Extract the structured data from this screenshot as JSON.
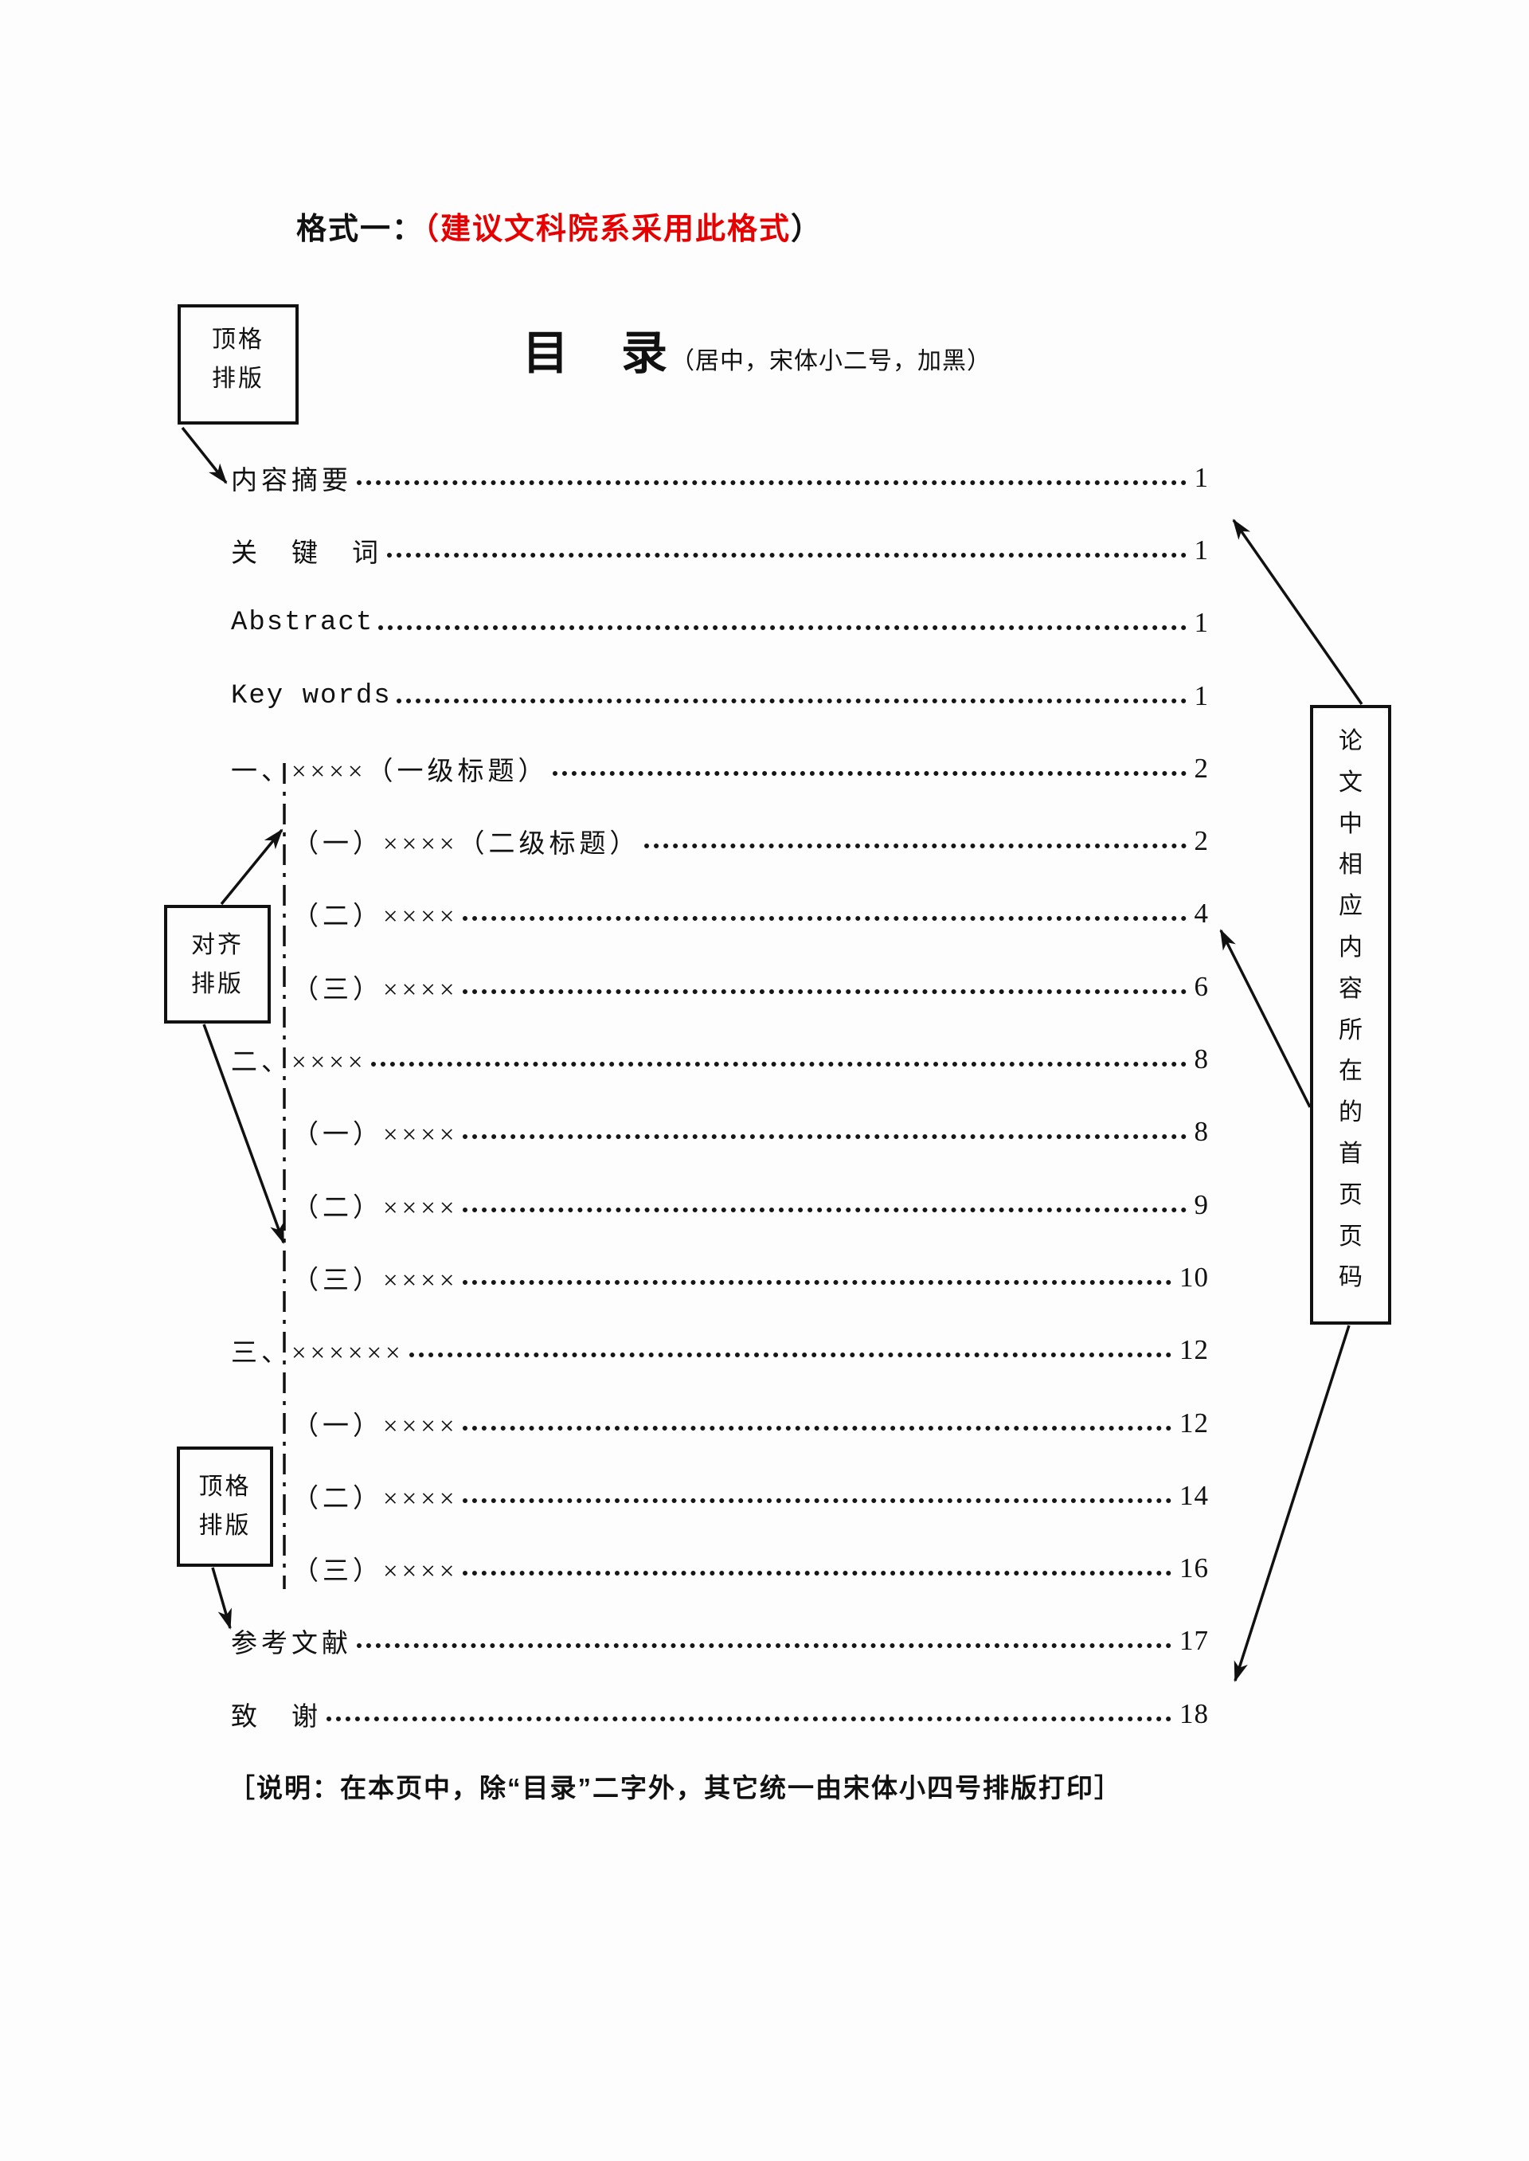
{
  "header": {
    "prefix": "格式一：",
    "highlight": "（建议文科院系采用此格式",
    "suffix": "）"
  },
  "title": {
    "main": "目　录",
    "annotation": "（居中，宋体小二号，加黑）"
  },
  "callouts": {
    "top_box": {
      "line1": "顶格",
      "line2": "排版"
    },
    "align_box": {
      "line1": "对齐",
      "line2": "排版"
    },
    "bottom_box": {
      "line1": "顶格",
      "line2": "排版"
    },
    "right_box_chars": [
      "论",
      "文",
      "中",
      "相",
      "应",
      "内",
      "容",
      "所",
      "在",
      "的",
      "首",
      "页",
      "页",
      "码"
    ]
  },
  "toc": {
    "entries": [
      {
        "label": "内容摘要",
        "page": "1",
        "level": "main"
      },
      {
        "label": "关　键　词",
        "page": "1",
        "level": "main"
      },
      {
        "label": "Abstract",
        "page": "1",
        "level": "latin"
      },
      {
        "label": "Key words",
        "page": "1",
        "level": "latin"
      },
      {
        "label": "一、××××（一级标题）",
        "page": "2",
        "level": "h1"
      },
      {
        "label": "（一）××××（二级标题）",
        "page": "2",
        "level": "h2"
      },
      {
        "label": "（二）××××",
        "page": "4",
        "level": "h2"
      },
      {
        "label": "（三）××××",
        "page": "6",
        "level": "h2"
      },
      {
        "label": "二、××××",
        "page": "8",
        "level": "h1"
      },
      {
        "label": "（一）××××",
        "page": "8",
        "level": "h2"
      },
      {
        "label": "（二）××××",
        "page": "9",
        "level": "h2"
      },
      {
        "label": "（三）××××",
        "page": "10",
        "level": "h2"
      },
      {
        "label": "三、××××××",
        "page": "12",
        "level": "h1"
      },
      {
        "label": "（一）××××",
        "page": "12",
        "level": "h2"
      },
      {
        "label": "（二）××××",
        "page": "14",
        "level": "h2"
      },
      {
        "label": "（三）××××",
        "page": "16",
        "level": "h2"
      },
      {
        "label": "参考文献",
        "page": "17",
        "level": "main"
      },
      {
        "label": "致　谢",
        "page": "18",
        "level": "main"
      }
    ]
  },
  "footnote": "［说明：在本页中，除“目录”二字外，其它统一由宋体小四号排版打印］",
  "colors": {
    "accent_red": "#e60000",
    "ink": "#111111"
  }
}
